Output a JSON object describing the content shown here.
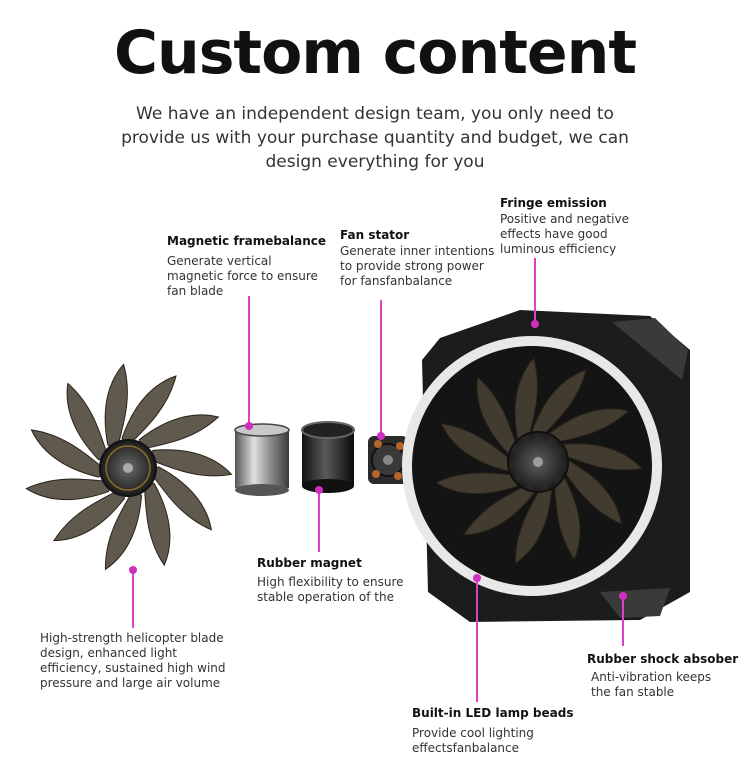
{
  "heading": "Custom content",
  "subheading": "We have an independent design team, you only need to provide us with your purchase quantity and budget, we can design everything for you",
  "callouts": {
    "magnetic_frame": {
      "label": "Magnetic framebalance",
      "desc": "Generate vertical magnetic force to ensure fan blade"
    },
    "fan_stator": {
      "label": "Fan stator",
      "desc": "Generate inner intentions to provide strong power for fansfanbalance"
    },
    "fringe_emission": {
      "label": "Fringe emission",
      "desc": "Positive and negative effects have good luminous efficiency"
    },
    "rubber_magnet": {
      "label": "Rubber magnet",
      "desc": "High flexibility to ensure stable operation of the"
    },
    "blade": {
      "desc": "High-strength helicopter blade design, enhanced light efficiency, sustained high wind pressure and large air volume"
    },
    "rubber_shock": {
      "label": "Rubber shock absober",
      "desc": "Anti-vibration keeps the fan stable"
    },
    "led_beads": {
      "label": "Built-in LED lamp beads",
      "desc": "Provide cool lighting effectsfanbalance"
    }
  },
  "colors": {
    "accent": "#e040c8",
    "blade": "#4a4234",
    "frame": "#1c1c1c",
    "ring": "#e8e8e8"
  }
}
